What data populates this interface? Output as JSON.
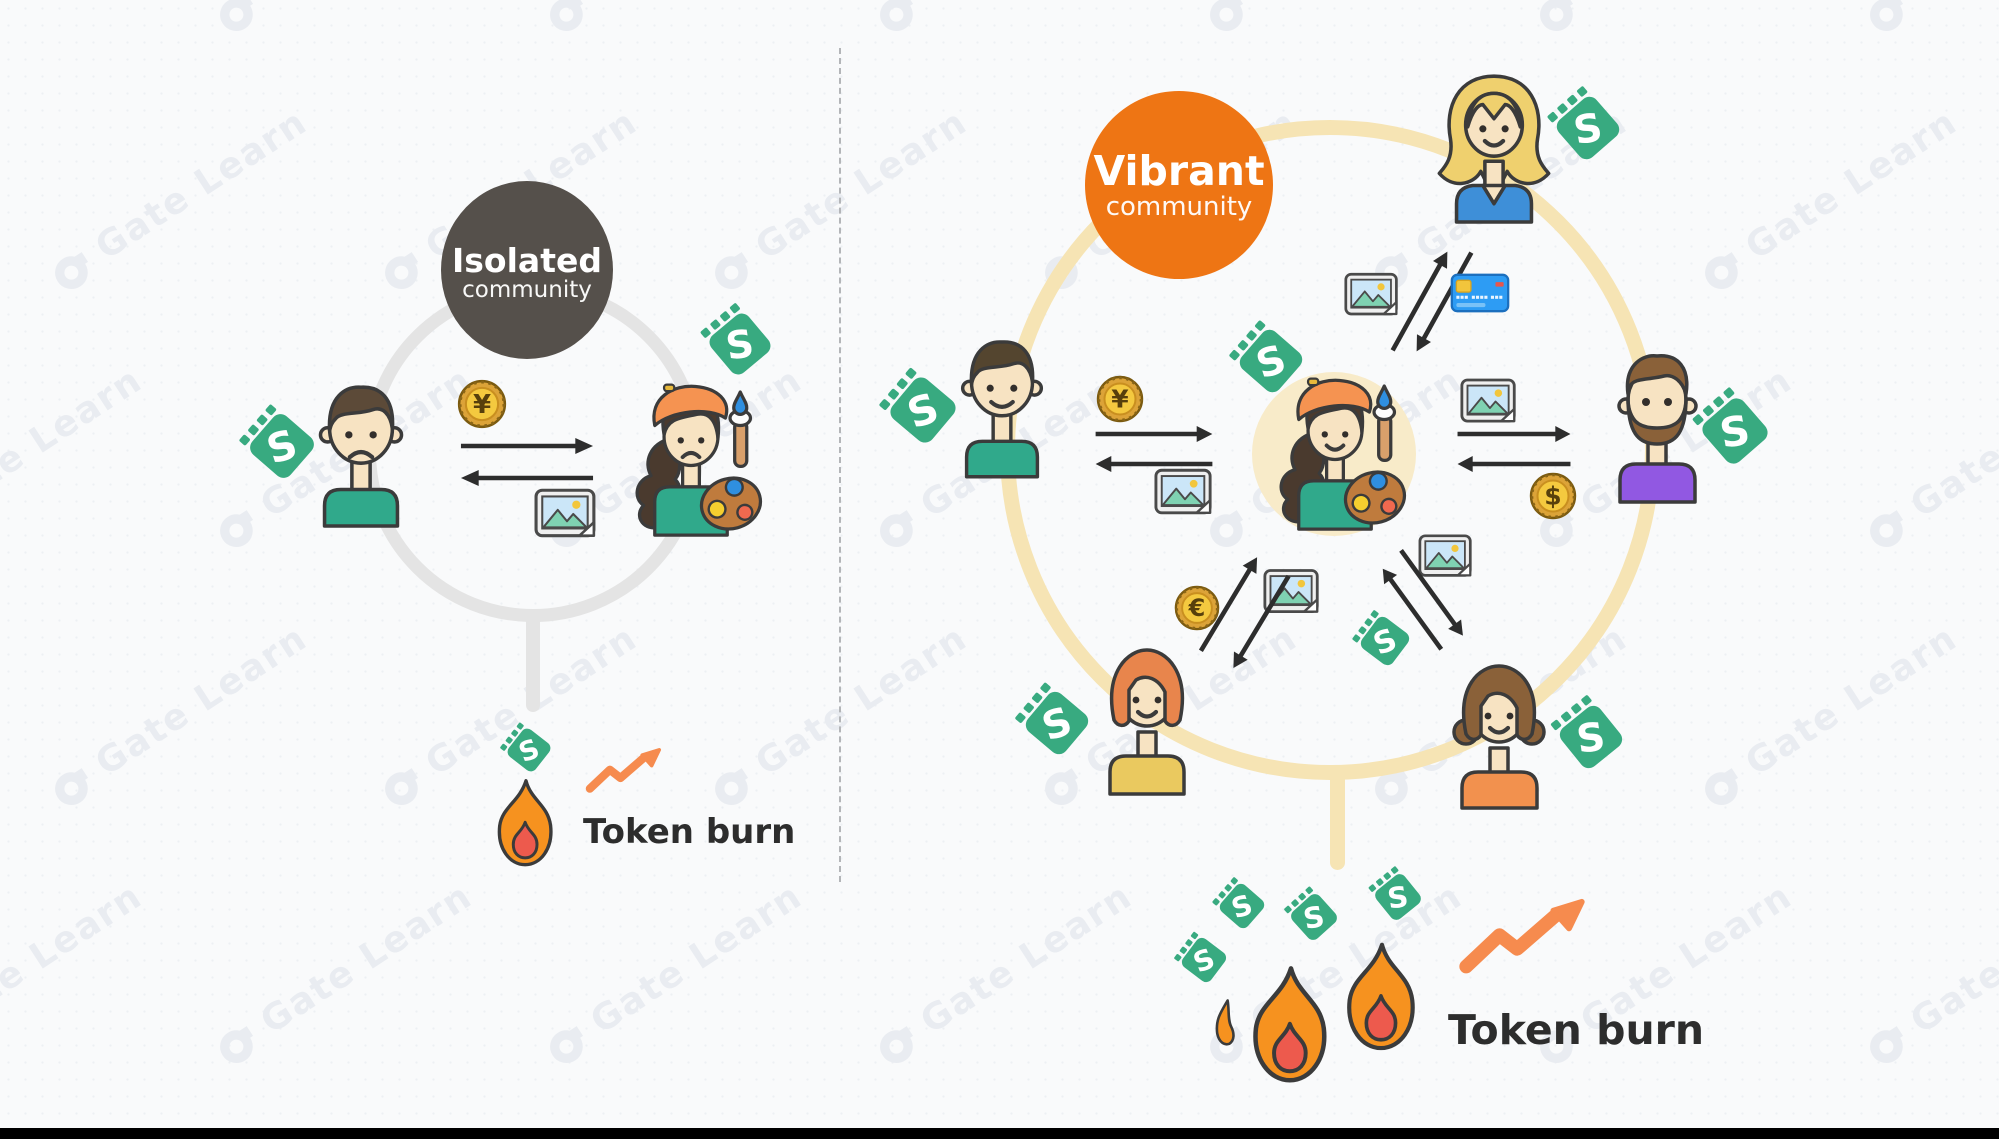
{
  "panels": {
    "isolated": {
      "label_title": "Isolated",
      "label_subtitle": "community",
      "token_burn": "Token burn"
    },
    "vibrant": {
      "label_title": "Vibrant",
      "label_subtitle": "community",
      "token_burn": "Token burn"
    }
  },
  "badge_letter": "S",
  "coins": {
    "yen": "¥",
    "dollar": "$",
    "euro": "€"
  },
  "watermark": {
    "text": "Gate Learn"
  },
  "colors": {
    "badge_green": "#38AA80",
    "isolated_gray": "#55504B",
    "vibrant_orange": "#EE7514",
    "left_ring": "#E4E4E4",
    "right_ring": "#F6E4B4",
    "burn_arrow_orange": "#F68B4E",
    "flame_orange": "#F6921F",
    "flame_inner_red": "#ED5A4D"
  }
}
